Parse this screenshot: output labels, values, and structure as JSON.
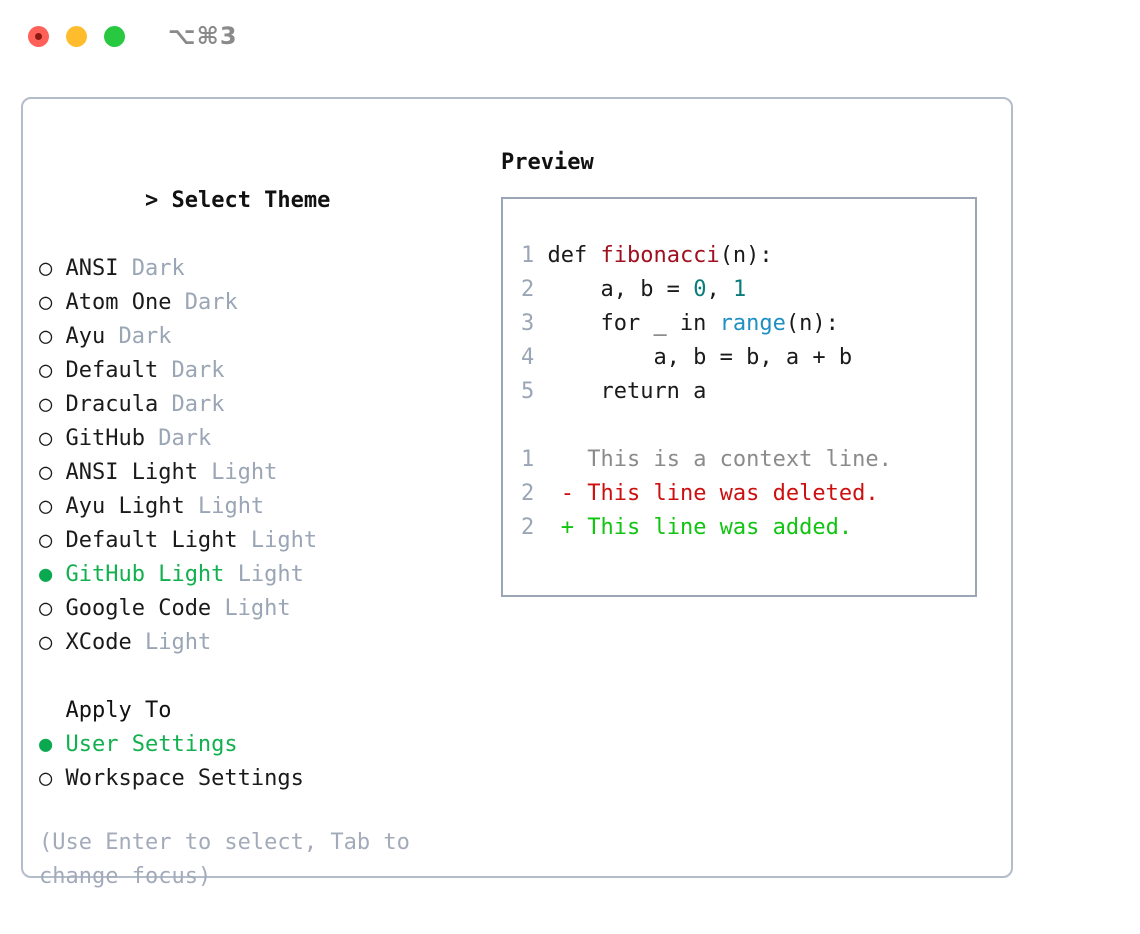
{
  "window": {
    "shortcut_label": "⌥⌘3",
    "traffic_lights": [
      "close-button",
      "minimize-button",
      "zoom-button"
    ]
  },
  "theme_selector": {
    "header_prefix": "> ",
    "header_label": "Select Theme",
    "marker_selected": "●",
    "marker_unselected": "○",
    "items": [
      {
        "name": "ANSI",
        "kind": "Dark",
        "selected": false
      },
      {
        "name": "Atom One",
        "kind": "Dark",
        "selected": false
      },
      {
        "name": "Ayu",
        "kind": "Dark",
        "selected": false
      },
      {
        "name": "Default",
        "kind": "Dark",
        "selected": false
      },
      {
        "name": "Dracula",
        "kind": "Dark",
        "selected": false
      },
      {
        "name": "GitHub",
        "kind": "Dark",
        "selected": false
      },
      {
        "name": "ANSI Light",
        "kind": "Light",
        "selected": false
      },
      {
        "name": "Ayu Light",
        "kind": "Light",
        "selected": false
      },
      {
        "name": "Default Light",
        "kind": "Light",
        "selected": false
      },
      {
        "name": "GitHub Light",
        "kind": "Light",
        "selected": true
      },
      {
        "name": "Google Code",
        "kind": "Light",
        "selected": false
      },
      {
        "name": "XCode",
        "kind": "Light",
        "selected": false
      }
    ]
  },
  "apply_to": {
    "title": "  Apply To",
    "options": [
      {
        "name": "User Settings",
        "selected": true
      },
      {
        "name": "Workspace Settings",
        "selected": false
      }
    ]
  },
  "hint": {
    "line1": "(Use Enter to select, Tab to",
    "line2": "change focus)"
  },
  "preview": {
    "title": "Preview",
    "code": [
      {
        "num": "1",
        "tokens": [
          {
            "t": " def ",
            "c": "plain"
          },
          {
            "t": "fibonacci",
            "c": "fn"
          },
          {
            "t": "(n):",
            "c": "plain"
          }
        ]
      },
      {
        "num": "2",
        "tokens": [
          {
            "t": "     a, b = ",
            "c": "plain"
          },
          {
            "t": "0",
            "c": "num"
          },
          {
            "t": ", ",
            "c": "plain"
          },
          {
            "t": "1",
            "c": "num"
          }
        ]
      },
      {
        "num": "3",
        "tokens": [
          {
            "t": "     for _ in ",
            "c": "plain"
          },
          {
            "t": "range",
            "c": "call"
          },
          {
            "t": "(n):",
            "c": "plain"
          }
        ]
      },
      {
        "num": "4",
        "tokens": [
          {
            "t": "         a, b = b, a + b",
            "c": "plain"
          }
        ]
      },
      {
        "num": "5",
        "tokens": [
          {
            "t": "     return a",
            "c": "plain"
          }
        ]
      }
    ],
    "diff": [
      {
        "num": "1",
        "sign": "  ",
        "text": "This is a context line.",
        "kind": "ctx"
      },
      {
        "num": "2",
        "sign": "- ",
        "text": "This line was deleted.",
        "kind": "del"
      },
      {
        "num": "2",
        "sign": "+ ",
        "text": "This line was added.",
        "kind": "add"
      }
    ]
  },
  "colors": {
    "selected_green": "#12b04f",
    "marker_green": "#0aa84f",
    "kind_label": "#9aa5b5",
    "hint_text": "#a3abba",
    "panel_border": "#b4bcca",
    "preview_border": "#9aa5b5",
    "code_function": "#a01020",
    "code_number": "#0a7b7b",
    "code_call": "#1f8fc4",
    "diff_context": "#8b8b8b",
    "diff_deleted": "#cc1010",
    "diff_added": "#11c411"
  }
}
